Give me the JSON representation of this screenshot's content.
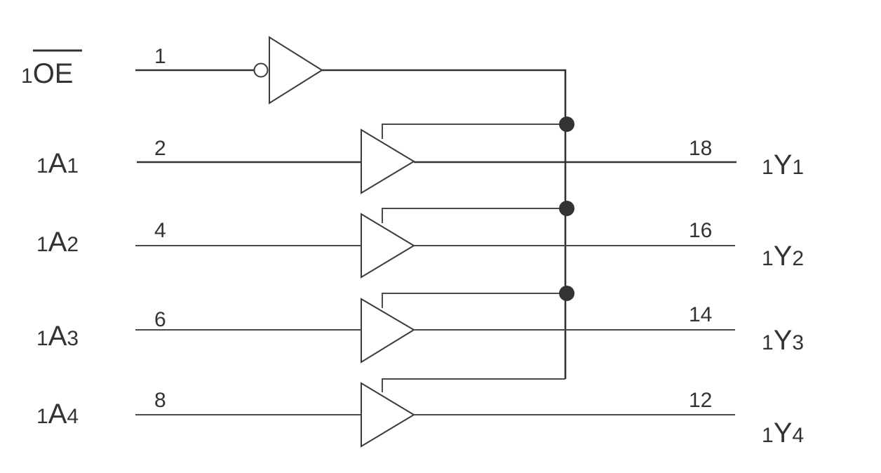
{
  "enable": {
    "prefix": "1",
    "name": "OE",
    "pin": "1"
  },
  "channels": [
    {
      "in_prefix": "1",
      "in_main": "A",
      "in_sub": "1",
      "in_pin": "2",
      "out_pin": "18",
      "out_prefix": "1",
      "out_main": "Y",
      "out_sub": "1"
    },
    {
      "in_prefix": "1",
      "in_main": "A",
      "in_sub": "2",
      "in_pin": "4",
      "out_pin": "16",
      "out_prefix": "1",
      "out_main": "Y",
      "out_sub": "2"
    },
    {
      "in_prefix": "1",
      "in_main": "A",
      "in_sub": "3",
      "in_pin": "6",
      "out_pin": "14",
      "out_prefix": "1",
      "out_main": "Y",
      "out_sub": "3"
    },
    {
      "in_prefix": "1",
      "in_main": "A",
      "in_sub": "4",
      "in_pin": "8",
      "out_pin": "12",
      "out_prefix": "1",
      "out_main": "Y",
      "out_sub": "4"
    }
  ]
}
